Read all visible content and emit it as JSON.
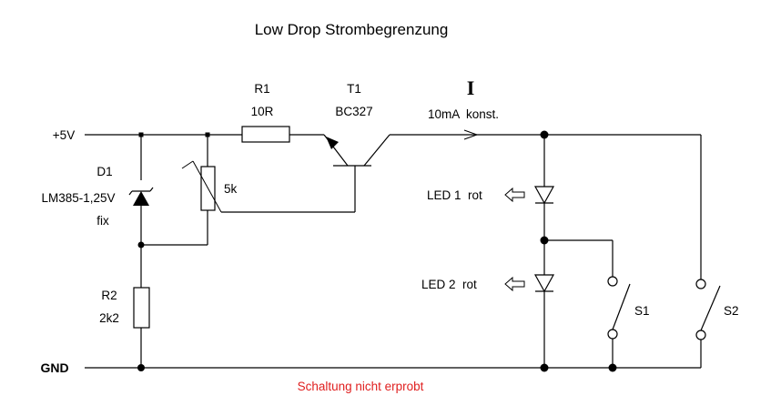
{
  "title": "Low Drop Strombegrenzung",
  "note": "Schaltung nicht erprobt",
  "nets": {
    "supply": "+5V",
    "ground": "GND"
  },
  "current": {
    "symbol": "I",
    "value": "10mA  konst."
  },
  "components": {
    "r1": {
      "name": "R1",
      "value": "10R"
    },
    "t1": {
      "name": "T1",
      "value": "BC327"
    },
    "d1": {
      "name": "D1",
      "value": "LM385-1,25V",
      "extra": "fix"
    },
    "pot": {
      "value": "5k"
    },
    "r2": {
      "name": "R2",
      "value": "2k2"
    },
    "led1": {
      "label": "LED 1  rot"
    },
    "led2": {
      "label": "LED 2  rot"
    },
    "s1": {
      "name": "S1"
    },
    "s2": {
      "name": "S2"
    }
  }
}
